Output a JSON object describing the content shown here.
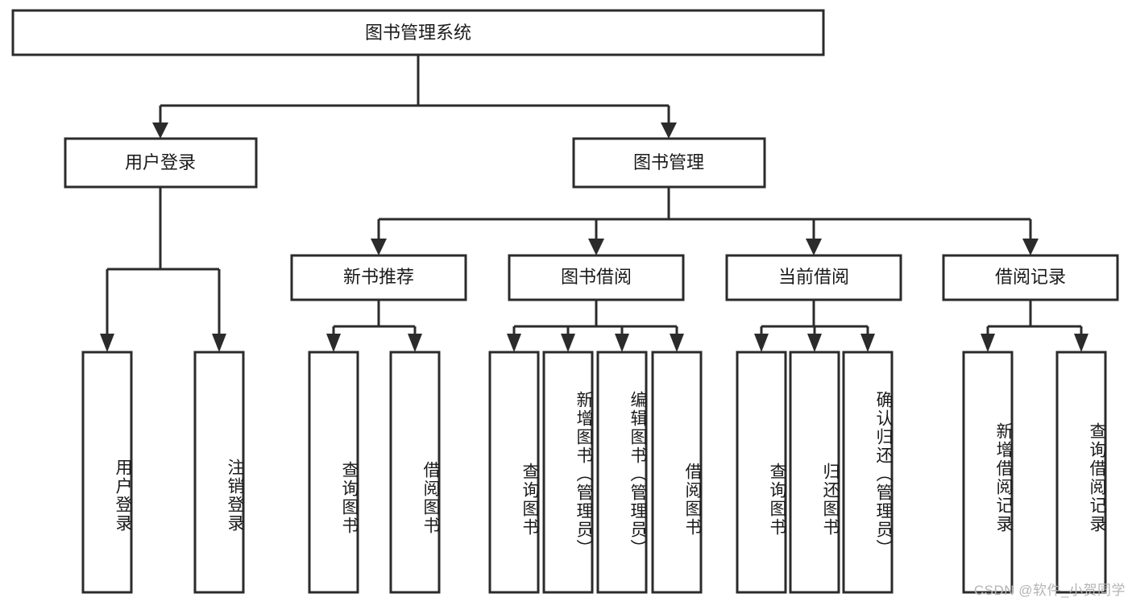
{
  "diagram": {
    "title": "图书管理系统",
    "watermark": "CSDN @软件_小贺同学",
    "colors": {
      "box_stroke": "#2b2b2b",
      "box_fill": "#ffffff",
      "text": "#1a1a1a",
      "background": "#ffffff",
      "watermark": "#b4b4b4"
    },
    "root": {
      "label": "图书管理系统",
      "orientation": "horizontal"
    },
    "level2": [
      {
        "label": "用户登录",
        "orientation": "horizontal"
      },
      {
        "label": "图书管理",
        "orientation": "horizontal"
      }
    ],
    "level3": [
      {
        "label": "新书推荐",
        "orientation": "horizontal"
      },
      {
        "label": "图书借阅",
        "orientation": "horizontal"
      },
      {
        "label": "当前借阅",
        "orientation": "horizontal"
      },
      {
        "label": "借阅记录",
        "orientation": "horizontal"
      }
    ],
    "leaves": {
      "user_login": [
        {
          "label": "用户登录",
          "orientation": "vertical"
        },
        {
          "label": "注销登录",
          "orientation": "vertical"
        }
      ],
      "new_book_recommend": [
        {
          "label": "查询图书",
          "orientation": "vertical"
        },
        {
          "label": "借阅图书",
          "orientation": "vertical"
        }
      ],
      "book_borrow": [
        {
          "label": "查询图书",
          "orientation": "vertical"
        },
        {
          "label": "新增图书（管理员）",
          "orientation": "vertical"
        },
        {
          "label": "编辑图书（管理员）",
          "orientation": "vertical"
        },
        {
          "label": "借阅图书",
          "orientation": "vertical"
        }
      ],
      "current_borrow": [
        {
          "label": "查询图书",
          "orientation": "vertical"
        },
        {
          "label": "归还图书",
          "orientation": "vertical"
        },
        {
          "label": "确认归还（管理员）",
          "orientation": "vertical"
        }
      ],
      "borrow_record": [
        {
          "label": "新增借阅记录",
          "orientation": "vertical"
        },
        {
          "label": "查询借阅记录",
          "orientation": "vertical"
        }
      ]
    }
  }
}
